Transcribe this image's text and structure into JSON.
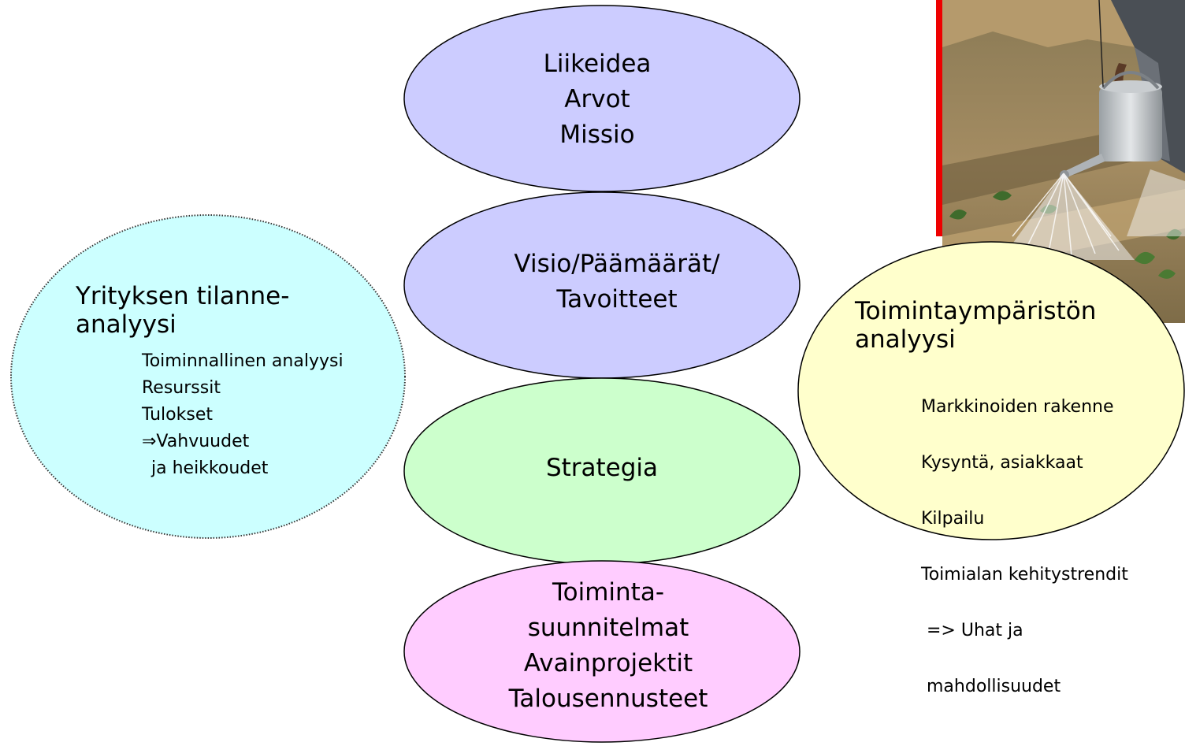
{
  "ovals": {
    "liikeidea": {
      "lines": [
        "Liikeidea",
        "Arvot",
        "Missio"
      ],
      "fill": "#ccccff"
    },
    "visio": {
      "lines": [
        "Visio/Päämäärät/",
        "Tavoitteet"
      ],
      "fill": "#ccccff"
    },
    "strategia": {
      "lines": [
        "Strategia"
      ],
      "fill": "#ccffcc"
    },
    "toiminta": {
      "lines": [
        "Toiminta-",
        "suunnitelmat",
        "Avainprojektit",
        "Talousennusteet"
      ],
      "fill": "#ffccff"
    }
  },
  "left_oval": {
    "fill": "#ccffff",
    "title_lines": [
      "Yrityksen tilanne-",
      "analyysi"
    ],
    "items": [
      "Toiminnallinen analyysi",
      "Resurssit",
      "Tulokset",
      "⇒Vahvuudet",
      "ja heikkoudet"
    ]
  },
  "right_oval": {
    "fill": "#ffffcc",
    "title_lines": [
      "Toimintaympäristön",
      "analyysi"
    ],
    "items": [
      "Markkinoiden rakenne",
      "Kysyntä, asiakkaat",
      "Kilpailu",
      "Toimialan kehitystrendit",
      " => Uhat ja",
      " mahdollisuudet"
    ]
  },
  "photo": {
    "accent": "#ee0000"
  }
}
